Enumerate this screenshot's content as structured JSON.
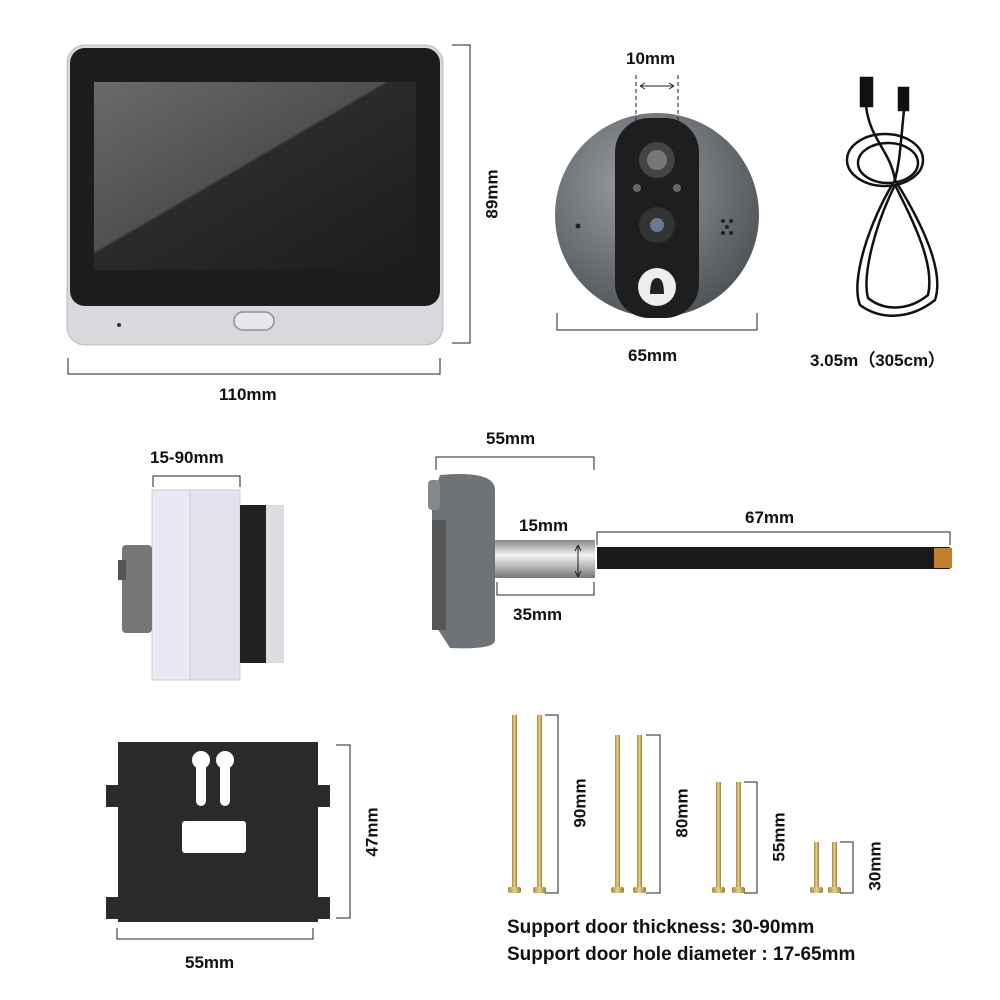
{
  "monitor": {
    "height_label": "89mm",
    "width_label": "110mm"
  },
  "doorbell": {
    "lens_label": "10mm",
    "diameter_label": "65mm"
  },
  "cable": {
    "length_label": "3.05m（305cm）"
  },
  "side_view": {
    "door_range_label": "15-90mm"
  },
  "camera_side": {
    "width_label": "55mm",
    "tube_label": "15mm",
    "cable_label": "67mm",
    "tube_length_label": "35mm"
  },
  "bracket": {
    "height_label": "47mm",
    "width_label": "55mm"
  },
  "screws": [
    {
      "label": "90mm"
    },
    {
      "label": "80mm"
    },
    {
      "label": "55mm"
    },
    {
      "label": "30mm"
    }
  ],
  "notes": {
    "thickness": "Support door thickness: 30-90mm",
    "hole": "Support door hole diameter : 17-65mm"
  }
}
